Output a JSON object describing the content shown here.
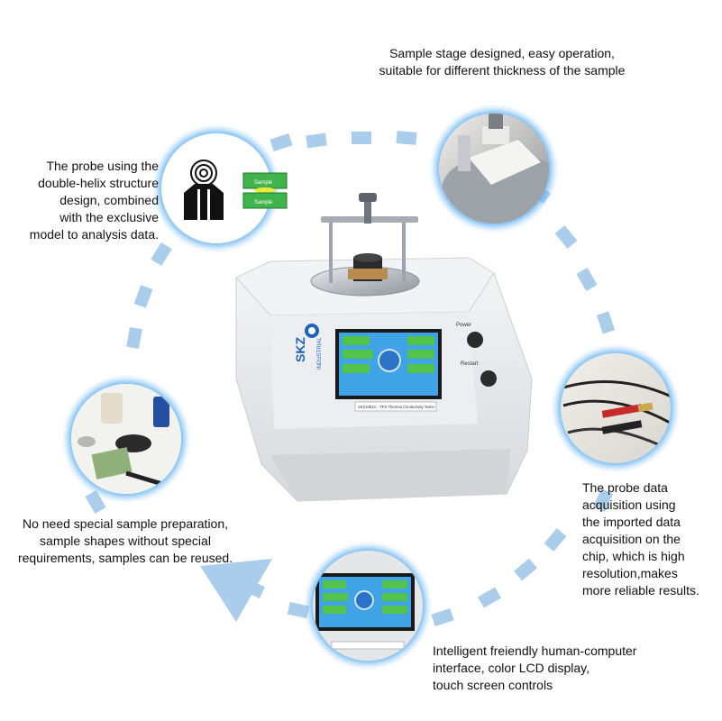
{
  "captions": {
    "stage": [
      "Sample stage designed, easy operation,",
      "suitable for different thickness of the sample"
    ],
    "probe": [
      "The probe using the",
      "double-helix structure",
      "design, combined",
      "with the exclusive",
      "model to analysis data."
    ],
    "acquisition": [
      "The probe data",
      "acquisition using",
      "the imported data",
      "acquisition on the",
      "chip, which is high",
      "resolution,makes",
      "more reliable results."
    ],
    "interface": [
      "Intelligent freiendly human-computer",
      "interface, color LCD display,",
      "touch screen controls"
    ],
    "samples": [
      "No need special sample preparation,",
      "sample shapes without special",
      "requirements, samples can be reused."
    ]
  },
  "device": {
    "brand": "SKZ",
    "brand_sub": "INDUSTRIAL",
    "model_label": "SKZ1061C - TPS Thermal Conductivity Tester",
    "power_label": "Power",
    "restart_label": "Restart"
  },
  "probe_icon": {
    "label_top": "Sample",
    "label_bottom": "Sample"
  },
  "colors": {
    "ring": "#a9cdeb",
    "glow": "#2b8fe0",
    "device_body": "#e6e7ea",
    "screen_bg": "#3fa3e6",
    "tile": "#52c44c"
  }
}
